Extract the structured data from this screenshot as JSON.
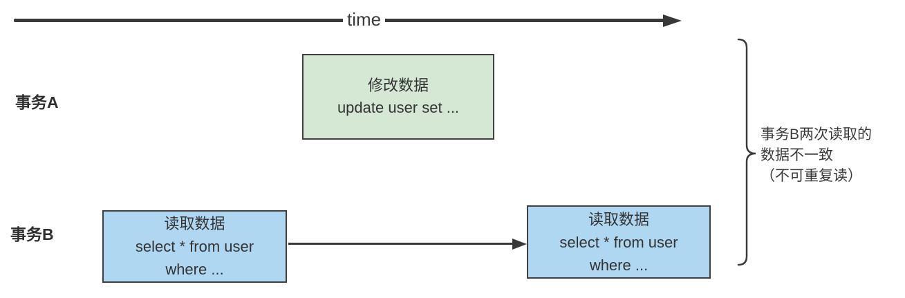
{
  "diagram": {
    "axis": {
      "label": "time"
    },
    "lanes": {
      "a": "事务A",
      "b": "事务B"
    },
    "boxes": {
      "update": {
        "line1": "修改数据",
        "line2": "update user set ..."
      },
      "read1": {
        "line1": "读取数据",
        "line2": "select * from user",
        "line3": "where ..."
      },
      "read2": {
        "line1": "读取数据",
        "line2": "select * from user",
        "line3": "where ..."
      }
    },
    "annotation": {
      "line1": "事务B两次读取的",
      "line2": "数据不一致",
      "line3": "（不可重复读）"
    },
    "colors": {
      "axis": "#383838",
      "box_border": "#404040",
      "update_fill": "#d5e8d4",
      "read_fill": "#b0d7f1",
      "text": "#333333"
    }
  }
}
